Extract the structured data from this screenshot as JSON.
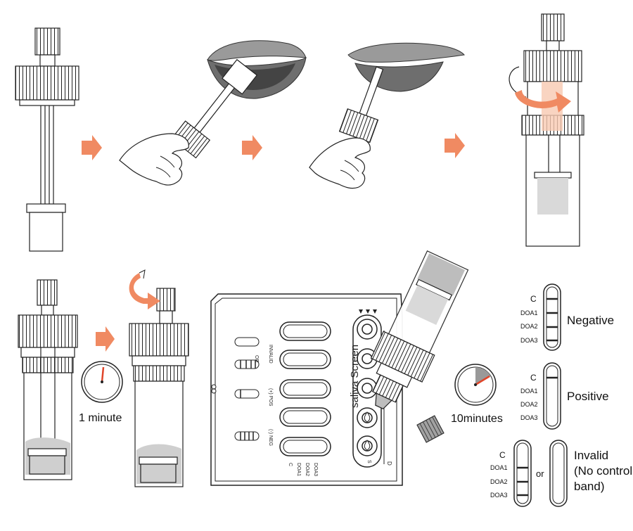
{
  "steps": {
    "timer_short": "1 minute",
    "timer_long": "10minutes"
  },
  "device": {
    "brand": "saliva Screen",
    "card_labels": {
      "or": "OR",
      "invalid": "INVALID",
      "pos": "(+) POS",
      "neg": "(-) NEG",
      "c": "C",
      "doa1": "DOA1",
      "doa2": "DOA2",
      "doa3": "DOA3",
      "s": "S",
      "d": "D"
    }
  },
  "results": {
    "negative": {
      "label": "Negative",
      "c": "C",
      "bands": [
        "DOA1",
        "DOA2",
        "DOA3"
      ]
    },
    "positive": {
      "label": "Positive",
      "c": "C",
      "bands": [
        "DOA1",
        "DOA2",
        "DOA3"
      ]
    },
    "invalid": {
      "label_lines": [
        "Invalid",
        "(No control",
        "band)"
      ],
      "c": "C",
      "bands": [
        "DOA1",
        "DOA2",
        "DOA3"
      ],
      "or": "or"
    }
  },
  "colors": {
    "arrow": "#f08a62",
    "line": "#222222",
    "gray": "#8c8c8c",
    "light_gray": "#d9d9d9",
    "timer_fill": "#999999",
    "timer_hand": "#e0452a"
  }
}
